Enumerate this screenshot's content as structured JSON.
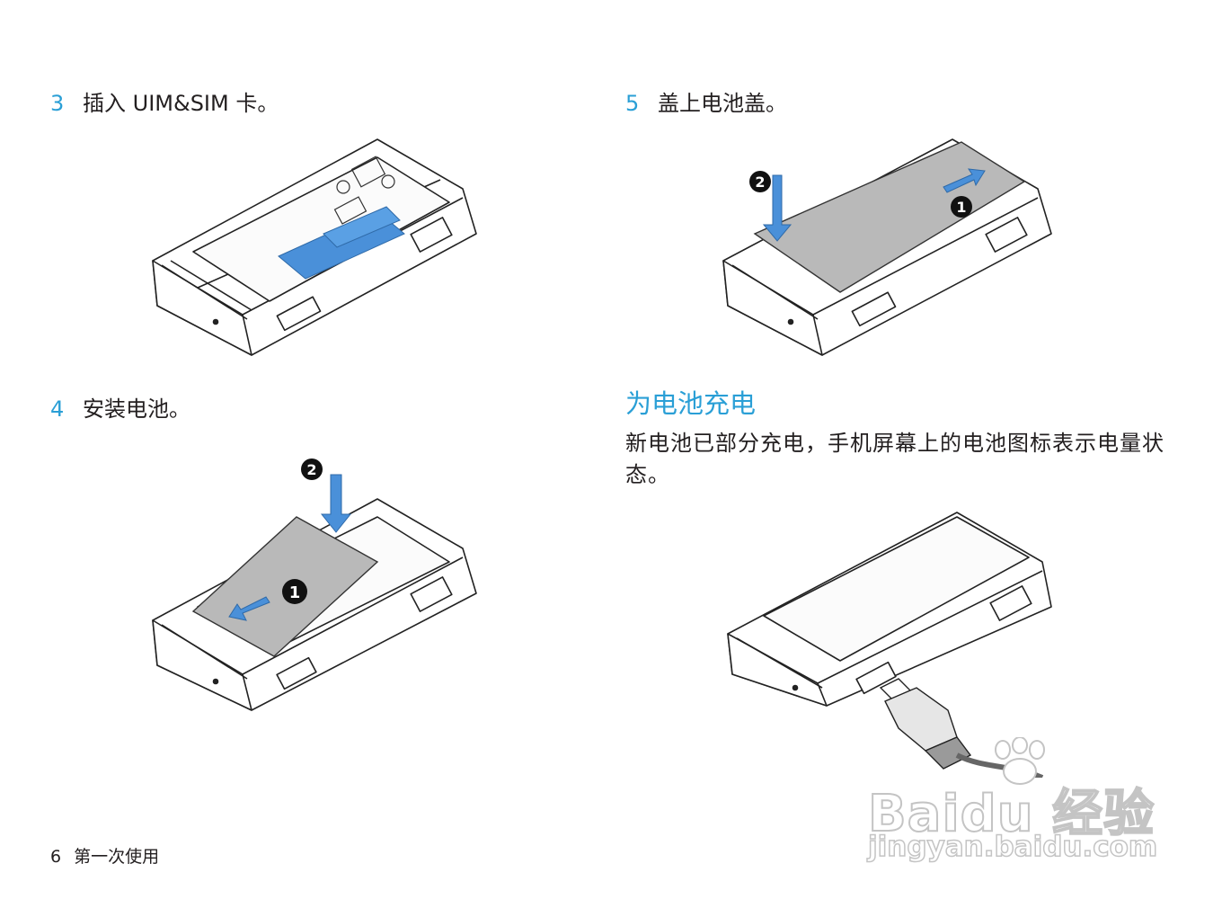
{
  "steps": {
    "s3": {
      "number": "3",
      "text": "插入 UIM&SIM 卡。"
    },
    "s4": {
      "number": "4",
      "text": "安装电池。"
    },
    "s5": {
      "number": "5",
      "text": "盖上电池盖。"
    }
  },
  "charging": {
    "title": "为电池充电",
    "body": "新电池已部分充电，手机屏幕上的电池图标表示电量状态。"
  },
  "footer": {
    "page_number": "6",
    "section": "第一次使用"
  },
  "callouts": {
    "one": "1",
    "two": "2"
  },
  "watermark": {
    "main": "Baidu 经验",
    "sub": "jingyan.baidu.com"
  },
  "colors": {
    "accent": "#2a9fd6",
    "sim_card": "#4a90d9",
    "battery": "#b9b9b9",
    "arrow": "#4a90d9"
  },
  "icons": [
    "phone-illustration",
    "sim-card-icon",
    "battery-icon",
    "arrow-icon",
    "usb-connector-icon",
    "baidu-paw-icon"
  ]
}
